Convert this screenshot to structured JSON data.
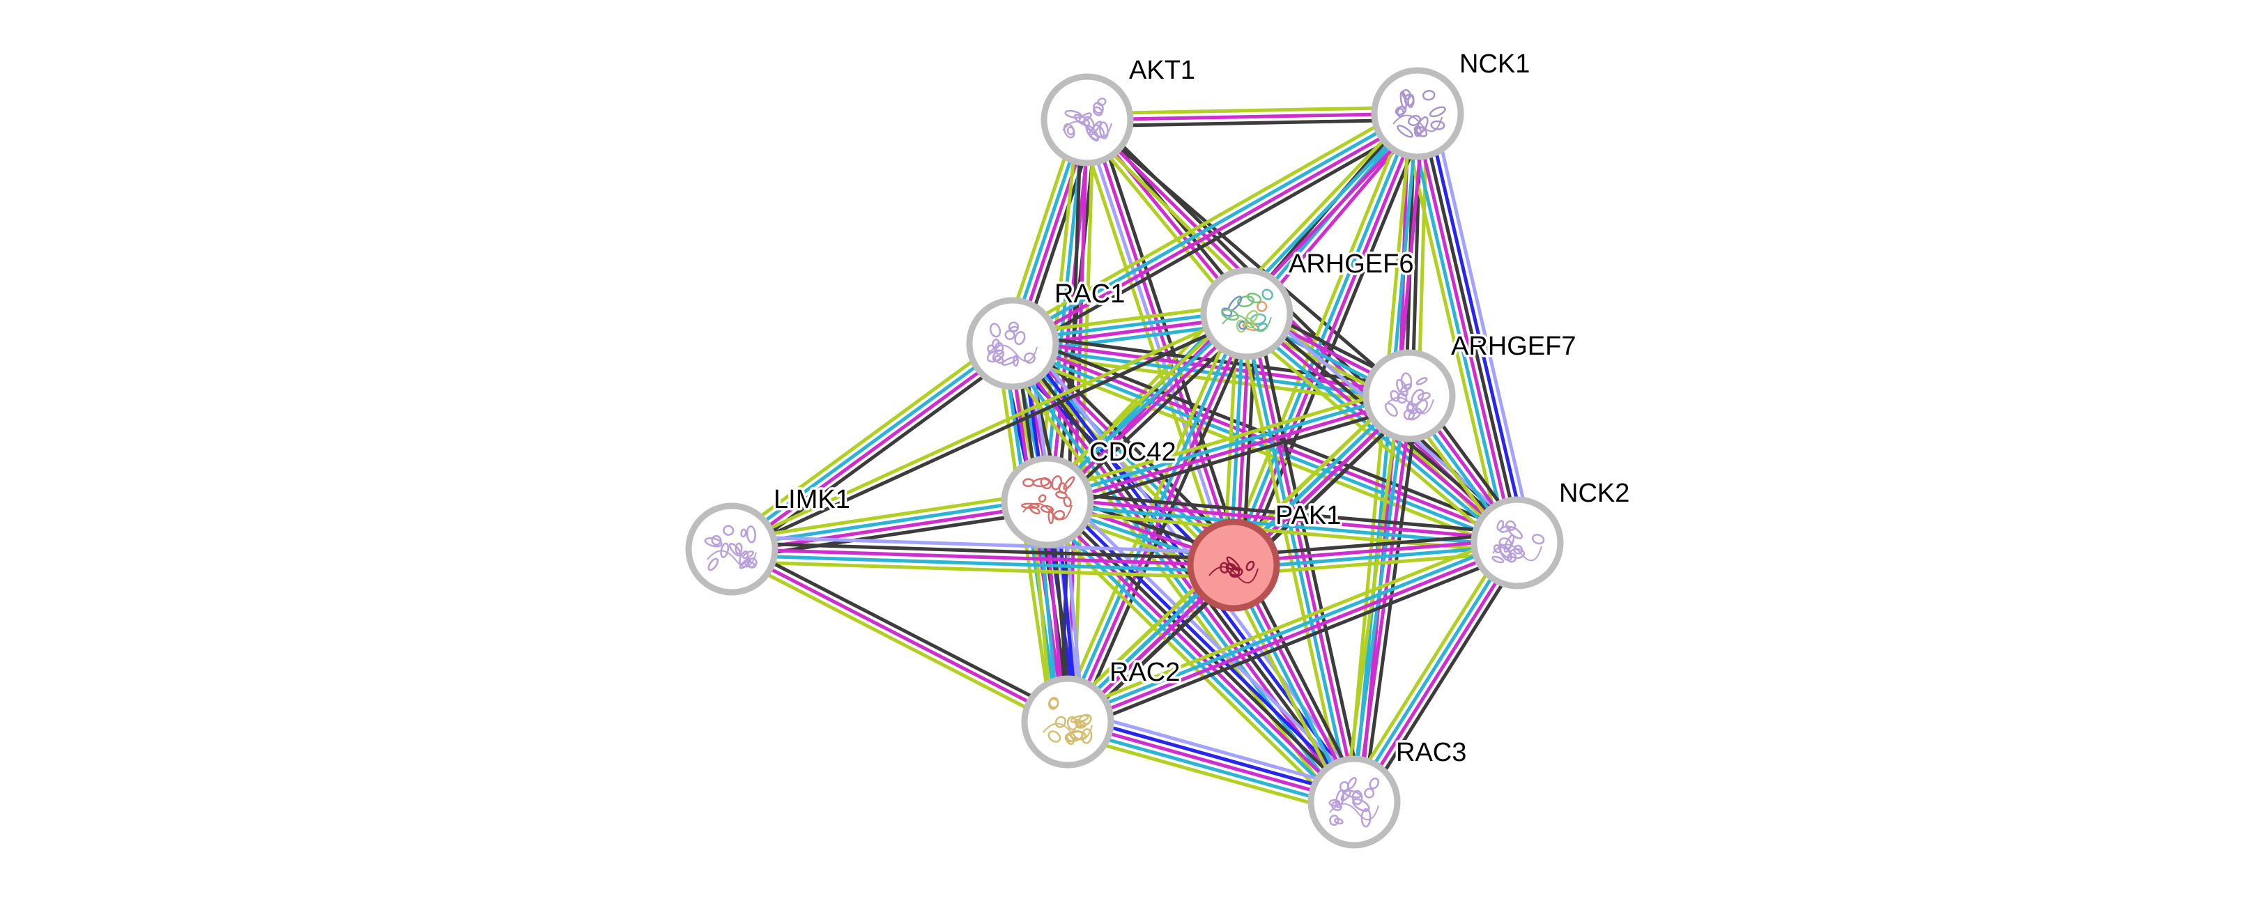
{
  "network": {
    "query_protein": "PAK1",
    "evidence_colors": {
      "k": "#3c3c3c",
      "m": "#cf2dd0",
      "c": "#2cb4d6",
      "y": "#b2d021",
      "b": "#2626ee",
      "l": "#a3a3ff"
    },
    "nodes": [
      {
        "id": "AKT1",
        "label": "AKT1",
        "structure_color": "#a27fd0"
      },
      {
        "id": "NCK1",
        "label": "NCK1",
        "structure_color": "#8f6fc0"
      },
      {
        "id": "RAC1",
        "label": "RAC1",
        "structure_color": "#a27fd0"
      },
      {
        "id": "ARHGEF6",
        "label": "ARHGEF6",
        "structure_color": "#4caf50"
      },
      {
        "id": "ARHGEF7",
        "label": "ARHGEF7",
        "structure_color": "#a27fd0"
      },
      {
        "id": "CDC42",
        "label": "CDC42",
        "structure_color": "#c9403a"
      },
      {
        "id": "LIMK1",
        "label": "LIMK1",
        "structure_color": "#a27fd0"
      },
      {
        "id": "PAK1",
        "label": "PAK1",
        "structure_color": "#8a1030",
        "query": true,
        "fill": "#f99a9a",
        "ring": "#b85252"
      },
      {
        "id": "NCK2",
        "label": "NCK2",
        "structure_color": "#a27fd0"
      },
      {
        "id": "RAC2",
        "label": "RAC2",
        "structure_color": "#c8a640"
      },
      {
        "id": "RAC3",
        "label": "RAC3",
        "structure_color": "#a27fd0"
      }
    ],
    "edges": [
      {
        "a": "AKT1",
        "b": "NCK1",
        "ev": "ymk"
      },
      {
        "a": "AKT1",
        "b": "RAC1",
        "ev": "kmcy"
      },
      {
        "a": "AKT1",
        "b": "CDC42",
        "ev": "kmcy"
      },
      {
        "a": "AKT1",
        "b": "PAK1",
        "ev": "kmly"
      },
      {
        "a": "AKT1",
        "b": "ARHGEF6",
        "ev": "kmy"
      },
      {
        "a": "AKT1",
        "b": "ARHGEF7",
        "ev": "k"
      },
      {
        "a": "AKT1",
        "b": "NCK2",
        "ev": "kmy"
      },
      {
        "a": "AKT1",
        "b": "RAC2",
        "ev": "ymk"
      },
      {
        "a": "NCK1",
        "b": "RAC1",
        "ev": "kmcy"
      },
      {
        "a": "NCK1",
        "b": "ARHGEF6",
        "ev": "mck"
      },
      {
        "a": "NCK1",
        "b": "ARHGEF7",
        "ev": "ykkm"
      },
      {
        "a": "NCK1",
        "b": "NCK2",
        "ev": "lbkmcy"
      },
      {
        "a": "NCK1",
        "b": "PAK1",
        "ev": "kmcy"
      },
      {
        "a": "NCK1",
        "b": "CDC42",
        "ev": "mcy"
      },
      {
        "a": "NCK1",
        "b": "RAC3",
        "ev": "mcy"
      },
      {
        "a": "RAC1",
        "b": "ARHGEF6",
        "ev": "ycmc"
      },
      {
        "a": "RAC1",
        "b": "ARHGEF7",
        "ev": "kmcy"
      },
      {
        "a": "RAC1",
        "b": "CDC42",
        "ev": "kmcyb"
      },
      {
        "a": "RAC1",
        "b": "LIMK1",
        "ev": "kmcy"
      },
      {
        "a": "RAC1",
        "b": "PAK1",
        "ev": "kmcyb"
      },
      {
        "a": "RAC1",
        "b": "NCK2",
        "ev": "kmcy"
      },
      {
        "a": "RAC1",
        "b": "RAC2",
        "ev": "lbkmcy"
      },
      {
        "a": "RAC1",
        "b": "RAC3",
        "ev": "lbkmcy"
      },
      {
        "a": "ARHGEF6",
        "b": "ARHGEF7",
        "ev": "kmcy"
      },
      {
        "a": "ARHGEF6",
        "b": "CDC42",
        "ev": "kmcy"
      },
      {
        "a": "ARHGEF6",
        "b": "LIMK1",
        "ev": "ky"
      },
      {
        "a": "ARHGEF6",
        "b": "PAK1",
        "ev": "kmcy"
      },
      {
        "a": "ARHGEF6",
        "b": "NCK2",
        "ev": "lkmcy"
      },
      {
        "a": "ARHGEF6",
        "b": "RAC2",
        "ev": "kmcy"
      },
      {
        "a": "ARHGEF6",
        "b": "RAC3",
        "ev": "kmcy"
      },
      {
        "a": "ARHGEF7",
        "b": "CDC42",
        "ev": "kmcy"
      },
      {
        "a": "ARHGEF7",
        "b": "PAK1",
        "ev": "kmcy"
      },
      {
        "a": "ARHGEF7",
        "b": "NCK2",
        "ev": "kmcy"
      },
      {
        "a": "ARHGEF7",
        "b": "RAC2",
        "ev": "kmcy"
      },
      {
        "a": "ARHGEF7",
        "b": "RAC3",
        "ev": "kmcy"
      },
      {
        "a": "CDC42",
        "b": "LIMK1",
        "ev": "kmcy"
      },
      {
        "a": "CDC42",
        "b": "PAK1",
        "ev": "kmcy"
      },
      {
        "a": "CDC42",
        "b": "NCK2",
        "ev": "kmcy"
      },
      {
        "a": "CDC42",
        "b": "RAC2",
        "ev": "lbkmcy"
      },
      {
        "a": "CDC42",
        "b": "RAC3",
        "ev": "lbkmcy"
      },
      {
        "a": "LIMK1",
        "b": "PAK1",
        "ev": "lkmcy"
      },
      {
        "a": "LIMK1",
        "b": "RAC2",
        "ev": "kmy"
      },
      {
        "a": "PAK1",
        "b": "NCK2",
        "ev": "kmcy"
      },
      {
        "a": "PAK1",
        "b": "RAC2",
        "ev": "kmcy"
      },
      {
        "a": "PAK1",
        "b": "RAC3",
        "ev": "kmcy"
      },
      {
        "a": "NCK2",
        "b": "RAC2",
        "ev": "kmcy"
      },
      {
        "a": "NCK2",
        "b": "RAC3",
        "ev": "kmcy"
      },
      {
        "a": "RAC2",
        "b": "RAC3",
        "ev": "lbmcy"
      }
    ]
  }
}
